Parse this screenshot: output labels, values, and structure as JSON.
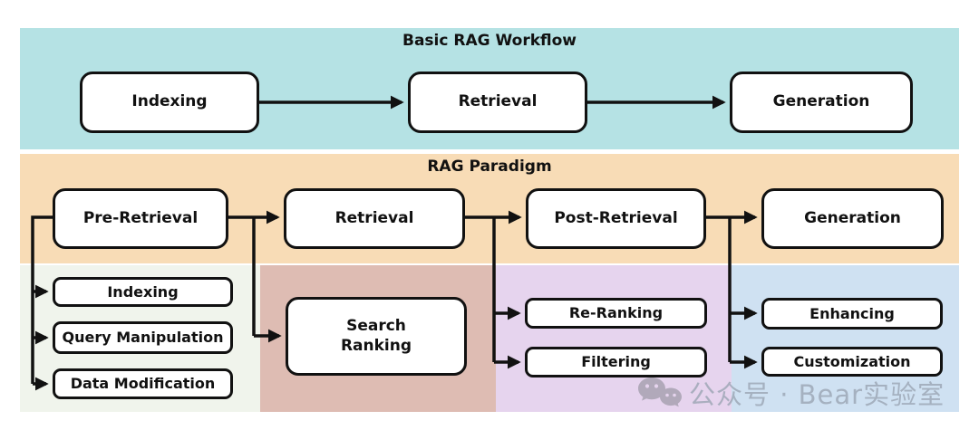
{
  "diagram": {
    "basic": {
      "title": "Basic RAG Workflow",
      "bg": "#b5e2e4",
      "nodes": {
        "indexing": "Indexing",
        "retrieval": "Retrieval",
        "generation": "Generation"
      }
    },
    "paradigm": {
      "title": "RAG Paradigm",
      "bg": "#f8dcb6",
      "nodes": {
        "pre_retrieval": "Pre-Retrieval",
        "retrieval": "Retrieval",
        "post_retrieval": "Post-Retrieval",
        "generation": "Generation"
      }
    },
    "groups": {
      "pre_retrieval": {
        "bg": "#f0f4ec",
        "nodes": {
          "indexing": "Indexing",
          "query_manipulation": "Query Manipulation",
          "data_modification": "Data Modification"
        }
      },
      "retrieval": {
        "bg": "#debcb3",
        "nodes": {
          "search_ranking": "Search\nRanking"
        }
      },
      "post_retrieval": {
        "bg": "#e6d4ee",
        "nodes": {
          "re_ranking": "Re-Ranking",
          "filtering": "Filtering"
        }
      },
      "generation": {
        "bg": "#cfe1f2",
        "nodes": {
          "enhancing": "Enhancing",
          "customization": "Customization"
        }
      }
    },
    "line_color": "#111111"
  },
  "watermark": {
    "icon": "wechat-icon",
    "text": "公众号 · Bear实验室"
  }
}
